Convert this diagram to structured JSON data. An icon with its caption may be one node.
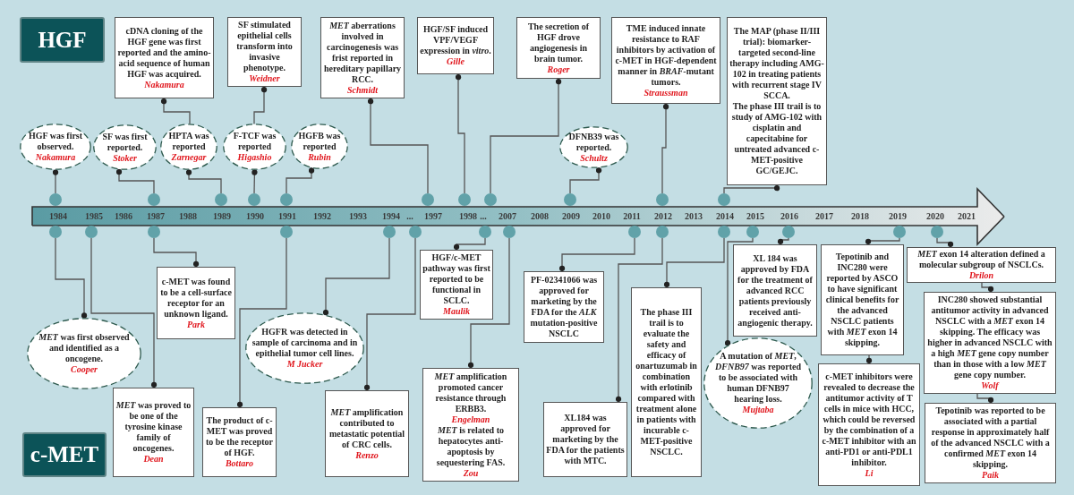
{
  "diagram": {
    "nodes": [
      {
        "text": [
          "HGF"
        ]
      },
      {
        "text": [
          "cDNA cloning of the HGF gene was first reported and the amino-acid sequence of human HGF was acquired.",
          "Nakamura"
        ]
      },
      {
        "text": [
          "SF stimulated epithelial cells transform into invasive phenotype.",
          "Weidner"
        ]
      },
      {
        "text": [
          "*MET* aberrations involved in carcinogenesis was frist reported in hereditary papillary RCC.",
          "Schmidt"
        ]
      },
      {
        "text": [
          "HGF/SF induced VPF/VEGF expression in *vitro*.",
          "Gille"
        ]
      },
      {
        "text": [
          "The secretion of HGF drove angiogenesis in brain tumor.",
          "Roger"
        ]
      },
      {
        "text": [
          "TME induced innate resistance to RAF inhibitors by activation of c-MET in HGF-dependent manner in *BRAF*-mutant tumors.",
          "Straussman"
        ]
      },
      {
        "text": [
          "The MAP (phase II/III trial): biomarker-targeted second-line therapy including AMG-102 in treating patients with recurrent stage IV SCCA.",
          "The phase III trail is to study of AMG-102 with cisplatin and capecitabine for untreated advanced c-MET-positive GC/GEJC."
        ]
      },
      {
        "text": [
          "HGF was first observed.",
          "Nakamura"
        ]
      },
      {
        "text": [
          "SF was first reported.",
          "Stoker"
        ]
      },
      {
        "text": [
          "HPTA was reported",
          "Zarnegar"
        ]
      },
      {
        "text": [
          "F-TCF was reported",
          "Higashio"
        ]
      },
      {
        "text": [
          "HGFB was reported",
          "Rubin"
        ]
      },
      {
        "text": [
          "DFNB39 was reported.",
          "Schultz"
        ]
      },
      {
        "text": [
          "c-MET was found to be a cell-surface receptor for an unknown ligand.",
          "Park"
        ]
      },
      {
        "text": [
          "HGF/c-MET pathway was first reported to be functional in SCLC.",
          "Maulik"
        ]
      },
      {
        "text": [
          "PF-02341066 was approved for marketing by the FDA for the *ALK* mutation-positive NSCLC"
        ]
      },
      {
        "text": [
          "XL 184 was approved by FDA for the treatment of advanced RCC patients previously received anti-angiogenic therapy."
        ]
      },
      {
        "text": [
          "Tepotinib and INC280 were reported by ASCO to have significant clinical benefits for the advanced NSCLC patients with *MET* exon 14 skipping."
        ]
      },
      {
        "text": [
          "*MET* exon 14 alteration defined a molecular subgroup of NSCLCs.",
          "Drilon"
        ]
      },
      {
        "text": [
          "INC280 showed substantial antitumor activity in advanced NSCLC with a *MET* exon 14 skipping. The efficacy was higher in advanced NSCLC with a high *MET* gene copy number than in those with a low *MET* gene copy number.",
          "Wolf"
        ]
      },
      {
        "text": [
          "*MET* was first observed and identified as a oncogene.",
          "Cooper"
        ]
      },
      {
        "text": [
          "HGFR was detected in sample of carcinoma and in epithelial tumor cell lines.",
          "M Jucker"
        ]
      },
      {
        "text": [
          "The phase III trail is to evaluate the safety and efficacy of onartuzumab in combination with erlotinib compared with treatment alone in patients with incurable c-MET-positive NSCLC."
        ]
      },
      {
        "text": [
          "A mutation of *MET*, *DFNB97* was reported to be associated with human DFNB97 hearing loss.",
          "Mujtaba"
        ]
      },
      {
        "text": [
          "c-MET inhibitors were revealed to decrease the antitumor activity of T cells in mice with HCC, which could be reversed by the combination of a c-MET inhibitor with an anti-PD1 or anti-PDL1 inhibitor.",
          "Li"
        ]
      },
      {
        "text": [
          "*MET* was proved to be one of the tyrosine kinase family of oncogenes.",
          "Dean"
        ]
      },
      {
        "text": [
          "The product of c-MET was proved to be the receptor of HGF.",
          "Bottaro"
        ]
      },
      {
        "text": [
          "*MET* amplification contributed to metastatic potential of CRC cells.",
          "Renzo"
        ]
      },
      {
        "text": [
          "*MET* amplification promoted cancer resistance through ERBB3.",
          "Engelman",
          "*MET* is related to hepatocytes anti-apoptosis by sequestering FAS.",
          "Zou"
        ]
      },
      {
        "text": [
          "XL184 was approved for marketing by the FDA for the patients with MTC."
        ]
      },
      {
        "text": [
          "Tepotinib was reported to be associated with a partial response in approximately half of the advanced NSCLC with a confirmed *MET* exon 14 skipping.",
          "Paik"
        ]
      },
      {
        "text": [
          "c-MET"
        ]
      },
      {
        "text": [],
        "shape": "circle"
      },
      {
        "text": [],
        "shape": "circle"
      },
      {
        "text": [],
        "shape": "circle"
      },
      {
        "text": [],
        "shape": "circle"
      },
      {
        "text": [],
        "shape": "circle"
      },
      {
        "text": [],
        "shape": "circle"
      },
      {
        "text": [],
        "shape": "circle"
      },
      {
        "text": [],
        "shape": "circle"
      },
      {
        "text": [],
        "shape": "circle"
      },
      {
        "text": [],
        "shape": "circle"
      },
      {
        "text": [],
        "shape": "circle"
      },
      {
        "text": [],
        "shape": "circle"
      },
      {
        "text": [],
        "shape": "circle"
      },
      {
        "text": [],
        "shape": "circle"
      },
      {
        "text": [],
        "shape": "circle"
      },
      {
        "text": [],
        "shape": "circle"
      },
      {
        "text": [],
        "shape": "circle"
      },
      {
        "text": [],
        "shape": "circle"
      },
      {
        "text": [],
        "shape": "circle"
      },
      {
        "text": [],
        "shape": "circle"
      },
      {
        "text": [],
        "shape": "circle"
      },
      {
        "text": [],
        "shape": "circle"
      },
      {
        "text": [],
        "shape": "circle"
      },
      {
        "text": [],
        "shape": "circle"
      },
      {
        "text": [],
        "shape": "circle"
      },
      {
        "text": [],
        "shape": "circle"
      }
    ],
    "edges": [
      {
        "from": 33,
        "to": 8,
        "arrow": "other"
      },
      {
        "from": 34,
        "to": 9,
        "arrow": "other"
      },
      {
        "from": 35,
        "to": 10,
        "arrow": "other"
      },
      {
        "from": 36,
        "to": 11,
        "arrow": "other"
      },
      {
        "from": 37,
        "to": 12,
        "arrow": "other"
      },
      {
        "from": 10,
        "to": 1,
        "arrow": "other"
      },
      {
        "from": 11,
        "to": 2,
        "arrow": "other"
      },
      {
        "from": 38,
        "to": 3,
        "arrow": "other"
      },
      {
        "from": 39,
        "to": 4,
        "arrow": "other"
      },
      {
        "from": 40,
        "to": 5,
        "arrow": "other"
      },
      {
        "from": 41,
        "to": 13,
        "arrow": "other"
      },
      {
        "from": 42,
        "to": 6,
        "arrow": "other"
      },
      {
        "from": 43,
        "to": 7,
        "arrow": "other"
      },
      {
        "from": 44,
        "to": 21,
        "arrow": "other"
      },
      {
        "from": 45,
        "to": 26,
        "arrow": "other"
      },
      {
        "from": 46,
        "to": 14,
        "arrow": "other"
      },
      {
        "from": 47,
        "to": 27,
        "arrow": "other"
      },
      {
        "from": 48,
        "to": 22,
        "arrow": "other"
      },
      {
        "from": 49,
        "to": 28,
        "arrow": "other"
      },
      {
        "from": 50,
        "to": 15,
        "arrow": "other"
      },
      {
        "from": 51,
        "to": 29,
        "arrow": "other"
      },
      {
        "from": 52,
        "to": 16,
        "arrow": "other"
      },
      {
        "from": 53,
        "to": 30,
        "arrow": "other"
      },
      {
        "from": 54,
        "to": 23,
        "arrow": "other"
      },
      {
        "from": 55,
        "to": 24,
        "arrow": "other"
      },
      {
        "from": 56,
        "to": 17,
        "arrow": "other"
      },
      {
        "from": 57,
        "to": 18,
        "arrow": "other"
      },
      {
        "from": 18,
        "to": 25,
        "arrow": "other"
      },
      {
        "from": 58,
        "to": 19,
        "arrow": "other"
      },
      {
        "from": 19,
        "to": 20,
        "arrow": "other"
      },
      {
        "from": 20,
        "to": 31,
        "arrow": "other"
      }
    ],
    "labels": [
      "1984",
      "1985",
      "1986",
      "1987",
      "1988",
      "1989",
      "1990",
      "1991",
      "1992",
      "1993",
      "1994",
      "...",
      "1997",
      "1998",
      "...",
      "2007",
      "2008",
      "2009",
      "2010",
      "2011",
      "2012",
      "2013",
      "2014",
      "2015",
      "2016",
      "2017",
      "2018",
      "2019",
      "2020",
      "2021"
    ]
  }
}
